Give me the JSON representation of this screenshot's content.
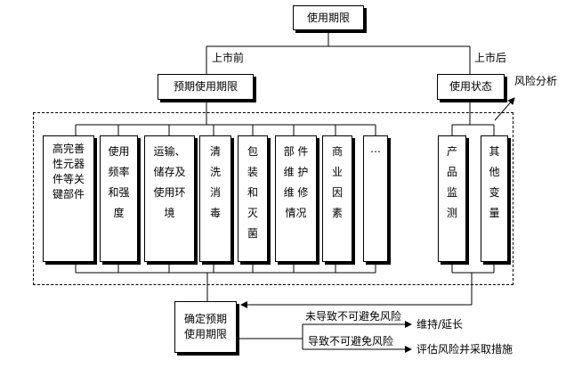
{
  "root": "使用期限",
  "branch_left": "上市前",
  "branch_right": "上市后",
  "pre_market": "预期使用期限",
  "post_market": "使用状态",
  "risk_analysis": "风险分析",
  "factors": [
    {
      "lines": [
        "高完善",
        "性元器",
        "件等关",
        "键部件"
      ]
    },
    {
      "lines": [
        "使用",
        "频率",
        "和强",
        "度"
      ]
    },
    {
      "lines": [
        "运输、",
        "储存及",
        "使用环",
        "境"
      ]
    },
    {
      "lines": [
        "清",
        "洗",
        "消",
        "毒"
      ]
    },
    {
      "lines": [
        "包",
        "装",
        "和",
        "灭",
        "菌"
      ]
    },
    {
      "lines": [
        "部 件",
        "维 护",
        "维 修",
        "情况"
      ]
    },
    {
      "lines": [
        "商",
        "业",
        "因",
        "素"
      ]
    },
    {
      "lines": [
        "…"
      ]
    }
  ],
  "post_factors": [
    {
      "lines": [
        "产",
        "品",
        "监",
        "测"
      ]
    },
    {
      "lines": [
        "其",
        "他",
        "变",
        "量"
      ]
    }
  ],
  "determine": [
    "确定预期",
    "使用期限"
  ],
  "no_risk_label": "未导致不可避免风险",
  "no_risk_result": "维持/延长",
  "risk_label": "导致不可避免风险",
  "risk_result": "评估风险并采取措施"
}
